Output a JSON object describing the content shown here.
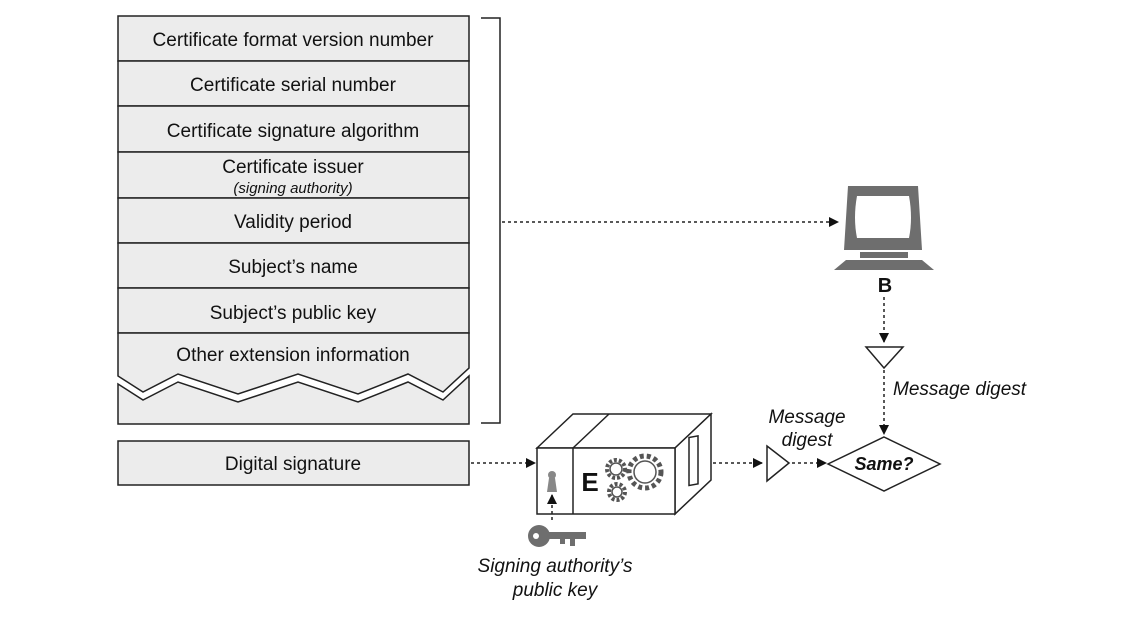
{
  "certificate": {
    "fields": [
      {
        "label": "Certificate format version number"
      },
      {
        "label": "Certificate serial number"
      },
      {
        "label": "Certificate signature algorithm"
      },
      {
        "label": "Certificate issuer",
        "sublabel": "(signing authority)"
      },
      {
        "label": "Validity period"
      },
      {
        "label": "Subject’s name"
      },
      {
        "label": "Subject’s public key"
      },
      {
        "label": "Other extension information"
      }
    ],
    "signature_label": "Digital signature"
  },
  "computer": {
    "label": "B",
    "icon": "computer-icon"
  },
  "digest_top": {
    "label": "Message digest"
  },
  "digest_bottom": {
    "line1": "Message",
    "line2": "digest"
  },
  "compare": {
    "label": "Same?"
  },
  "engine": {
    "label": "E",
    "icon": "gears-icon"
  },
  "key": {
    "icon": "key-icon",
    "line1": "Signing authority’s",
    "line2": "public key"
  },
  "colors": {
    "box_fill": "#ececec",
    "stroke": "#222222",
    "icon_gray": "#6e6e6e"
  }
}
